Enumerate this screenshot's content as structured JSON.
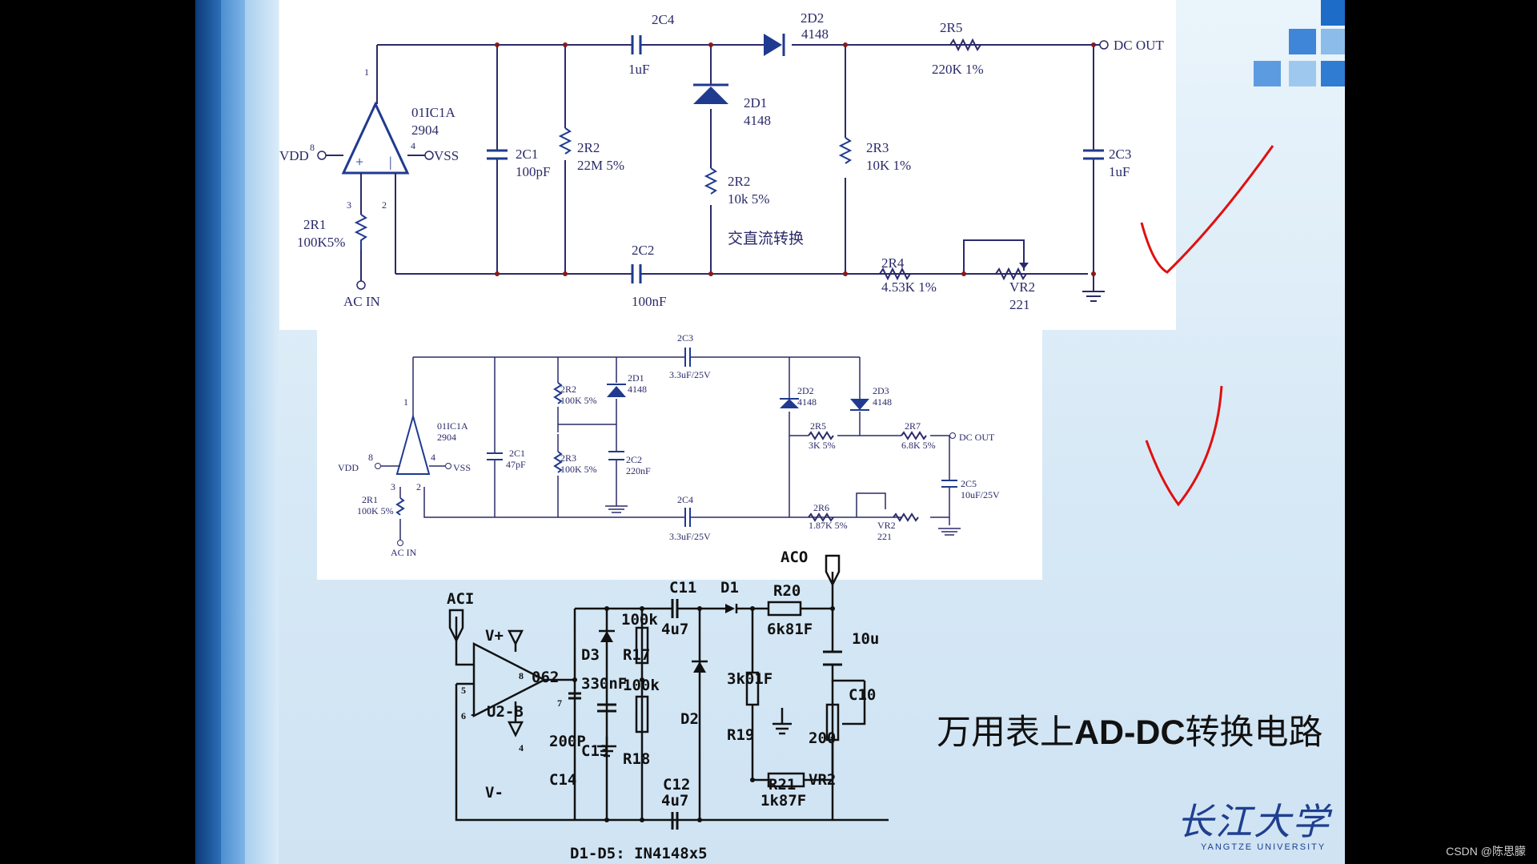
{
  "slide": {
    "title_prefix": "万用表上",
    "title_bold": "AD-DC",
    "title_suffix": "转换电路",
    "logo_text": "长江大学",
    "logo_sub": "YANGTZE UNIVERSITY",
    "colors": {
      "wire": "#2a2a6a",
      "component": "#1f3a8f",
      "check": "#e01010",
      "bg": "#000000"
    }
  },
  "watermark": "CSDN @陈思朦",
  "circuit1": {
    "ic": "01IC1A",
    "ic_part": "2904",
    "vdd": "VDD",
    "vss": "VSS",
    "pin8": "8",
    "pin4": "4",
    "pin1": "1",
    "pin3": "3",
    "pin2": "2",
    "plus": "+",
    "minus": "-",
    "ac_in": "AC IN",
    "dc_out": "DC OUT",
    "r1": "2R1",
    "r1v": "100K5%",
    "c1": "2C1",
    "c1v": "100pF",
    "r2a": "2R2",
    "r2av": "22M 5%",
    "c4": "2C4",
    "c4v": "1uF",
    "d1": "2D1",
    "d1v": "4148",
    "d2": "2D2",
    "d2v": "4148",
    "r2b": "2R2",
    "r2bv": "10k 5%",
    "note": "交直流转换",
    "r5": "2R5",
    "r5v": "220K 1%",
    "r3": "2R3",
    "r3v": "10K 1%",
    "c3": "2C3",
    "c3v": "1uF",
    "c2": "2C2",
    "c2v": "100nF",
    "r4": "2R4",
    "r4v": "4.53K 1%",
    "vr2": "VR2",
    "vr2v": "221"
  },
  "circuit2": {
    "ic": "01IC1A",
    "ic_part": "2904",
    "vdd": "VDD",
    "vss": "VSS",
    "pin8": "8",
    "pin4": "4",
    "pin1": "1",
    "pin3": "3",
    "pin2": "2",
    "ac_in": "AC IN",
    "dc_out": "DC OUT",
    "r1": "2R1",
    "r1v": "100K 5%",
    "c1": "2C1",
    "c1v": "47pF",
    "r2": "2R2",
    "r2v": "100K 5%",
    "r3": "2R3",
    "r3v": "100K 5%",
    "d1": "2D1",
    "d1v": "4148",
    "c2": "2C2",
    "c2v": "220nF",
    "c3": "2C3",
    "c3v": "3.3uF/25V",
    "d2": "2D2",
    "d2v": "4148",
    "d3": "2D3",
    "d3v": "4148",
    "r5": "2R5",
    "r5v": "3K 5%",
    "r7": "2R7",
    "r7v": "6.8K 5%",
    "c5": "2C5",
    "c5v": "10uF/25V",
    "c4": "2C4",
    "c4v": "3.3uF/25V",
    "r6": "2R6",
    "r6v": "1.87K 5%",
    "vr2": "VR2",
    "vr2v": "221"
  },
  "circuit3": {
    "aci": "ACI",
    "aco": "ACO",
    "vplus": "V+",
    "vminus": "V-",
    "u2": "U2-B",
    "part": "062",
    "p5": "5",
    "p6": "6",
    "p7": "7",
    "p8": "8",
    "p4": "4",
    "c11": "C11",
    "c11v": "4u7",
    "d1": "D1",
    "r20": "R20",
    "r20v": "6k81F",
    "c10": "C10",
    "c10v": "10u",
    "d3": "D3",
    "r17": "R17",
    "r17v": "100k",
    "c13": "C13",
    "c13v": "330nF",
    "r18": "R18",
    "r18v": "100k",
    "c14": "C14",
    "c14v": "200P",
    "d2": "D2",
    "r19": "R19",
    "r19v": "3k01F",
    "vr2": "VR2",
    "vr2v": "200",
    "c12": "C12",
    "c12v": "4u7",
    "r21": "R21",
    "r21v": "1k87F",
    "footer": "D1-D5: IN4148x5"
  }
}
